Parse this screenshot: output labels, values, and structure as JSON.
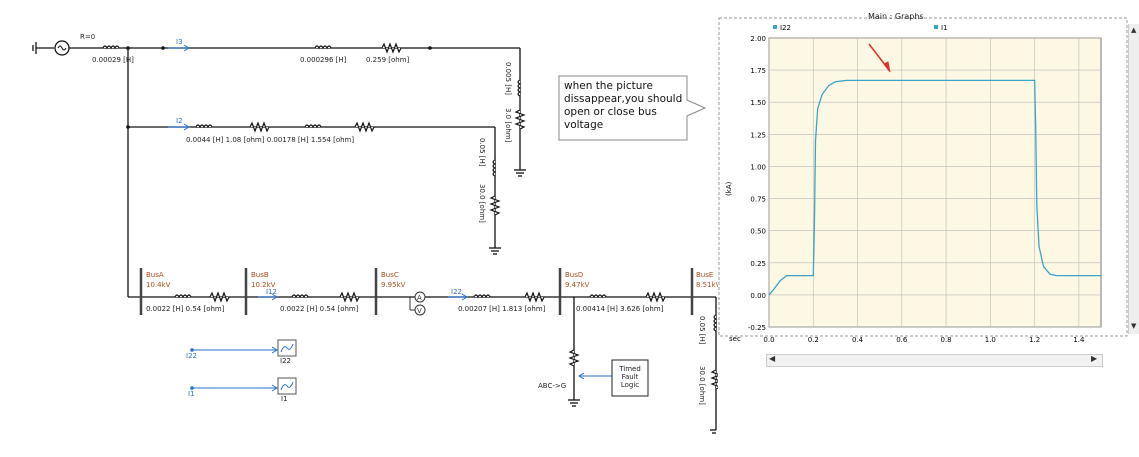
{
  "circuit": {
    "source_label": "R=0",
    "labels": {
      "l_src": "0.00029 [H]",
      "l_top1": "0.000296 [H]",
      "l_top2": "0.259 [ohm]",
      "l_mid": "0.0044 [H]  1.08 [ohm]  0.00178 [H]  1.554 [ohm]",
      "l_ab": "0.0022 [H]  0.54 [ohm]",
      "l_bc": "0.0022 [H]  0.54 [ohm]",
      "l_cd": "0.00207 [H]  1.813 [ohm]",
      "l_de": "0.00414 [H]  3.626 [ohm]",
      "v_top1": "0.005 [H]",
      "v_top2": "3.0 [ohm]",
      "v_mid1": "0.05 [H]",
      "v_mid2": "30.0 [ohm]",
      "v_r1": "0.05 [H]",
      "v_r2": "30.0 [ohm]"
    },
    "currents": {
      "i3": "I3",
      "i2": "I2",
      "i12": "I12",
      "i22_line": "I22",
      "i22_meter": "I22",
      "i22_meter_label": "I22",
      "i1_meter": "I1",
      "i1_meter_label": "I1"
    },
    "buses": [
      {
        "name": "BusA",
        "voltage": "10.4kV"
      },
      {
        "name": "BusB",
        "voltage": "10.2kV"
      },
      {
        "name": "BusC",
        "voltage": "9.95kV"
      },
      {
        "name": "BusD",
        "voltage": "9.47kV"
      },
      {
        "name": "BusE",
        "voltage": "8.51kV"
      }
    ],
    "fault_label": "ABC->G",
    "fault_block": [
      "Timed",
      "Fault",
      "Logic"
    ]
  },
  "callout": {
    "text": "when the picture dissappear,you should open or close bus voltage"
  },
  "graph_panel": {
    "title": "Main : Graphs",
    "legend": [
      "I22",
      "I1"
    ],
    "x_unit": "sec",
    "y_unit": "(kA)",
    "colors": {
      "plot_bg": "#fdf8e3",
      "trace": "#3aa3c8",
      "arrow": "#e0312a",
      "grid": "#b9b9b9"
    }
  },
  "chart_data": {
    "type": "line",
    "title": "Main : Graphs",
    "xlabel": "sec",
    "ylabel": "(kA)",
    "xlim": [
      0.0,
      1.5
    ],
    "ylim": [
      -0.25,
      2.0
    ],
    "xticks": [
      "0.0",
      "0.2",
      "0.4",
      "0.6",
      "0.8",
      "1.0",
      "1.2",
      "1.4"
    ],
    "yticks": [
      "-0.25",
      "0.00",
      "0.25",
      "0.50",
      "0.75",
      "1.00",
      "1.25",
      "1.50",
      "1.75",
      "2.00"
    ],
    "grid": true,
    "legend_position": "top",
    "series": [
      {
        "name": "I22",
        "x": [
          0.0,
          0.02,
          0.05,
          0.08,
          0.12,
          0.19,
          0.2,
          0.205,
          0.21,
          0.22,
          0.24,
          0.27,
          0.3,
          0.35,
          0.4,
          0.6,
          0.8,
          1.0,
          1.19,
          1.2,
          1.205,
          1.21,
          1.22,
          1.24,
          1.27,
          1.3,
          1.35,
          1.4,
          1.5
        ],
        "y": [
          0.0,
          0.04,
          0.11,
          0.15,
          0.15,
          0.15,
          0.15,
          0.55,
          1.2,
          1.45,
          1.56,
          1.63,
          1.66,
          1.67,
          1.67,
          1.67,
          1.67,
          1.67,
          1.67,
          1.67,
          1.3,
          0.7,
          0.38,
          0.22,
          0.16,
          0.15,
          0.15,
          0.15,
          0.15
        ]
      }
    ]
  }
}
